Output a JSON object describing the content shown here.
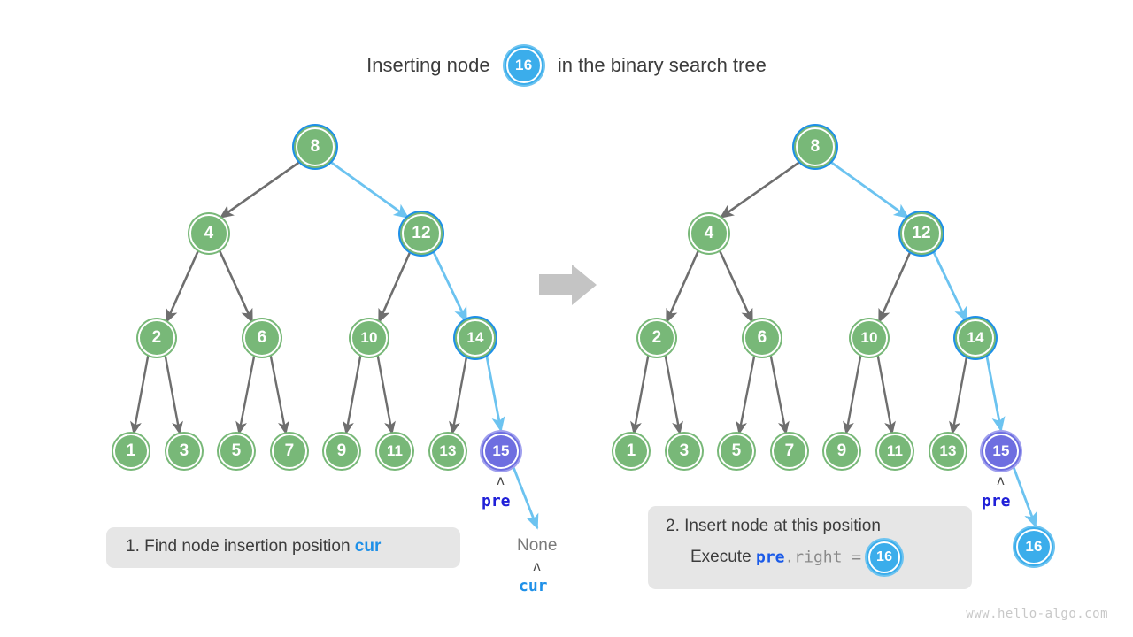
{
  "title": {
    "prefix": "Inserting node",
    "badge_value": "16",
    "suffix": "in the binary search tree"
  },
  "colors": {
    "node_green": "#78b878",
    "node_purple": "#6e6ee0",
    "node_blue": "#3badeb",
    "edge_gray": "#6e6e6e",
    "edge_blue": "#6cc3f0",
    "ring_blue": "#1e90e8",
    "caption_bg": "#e6e6e6",
    "text_dark": "#3c3c3c",
    "text_muted": "#7a7a7a",
    "pre_label": "#2020d8",
    "cur_label": "#1e90e8",
    "transition_arrow": "#c4c4c4",
    "watermark": "#c8c8c8"
  },
  "transition_arrow_icon": "right-arrow-icon",
  "watermark": "www.hello-algo.com",
  "panels": [
    {
      "id": "left",
      "caption": {
        "text_plain": "1. Find node insertion position cur",
        "number": "1.",
        "body": "Find node insertion position",
        "keyword": "cur"
      },
      "nodes": [
        {
          "value": "8",
          "style": "green-ring"
        },
        {
          "value": "4",
          "style": "green"
        },
        {
          "value": "12",
          "style": "green-ring"
        },
        {
          "value": "2",
          "style": "green"
        },
        {
          "value": "6",
          "style": "green"
        },
        {
          "value": "10",
          "style": "green"
        },
        {
          "value": "14",
          "style": "green-ring"
        },
        {
          "value": "1",
          "style": "green"
        },
        {
          "value": "3",
          "style": "green"
        },
        {
          "value": "5",
          "style": "green"
        },
        {
          "value": "7",
          "style": "green"
        },
        {
          "value": "9",
          "style": "green"
        },
        {
          "value": "11",
          "style": "green"
        },
        {
          "value": "13",
          "style": "green"
        },
        {
          "value": "15",
          "style": "purple"
        }
      ],
      "pointers": [
        {
          "name": "pre",
          "target": "15",
          "caret": "ʌ"
        },
        {
          "name": "cur",
          "target": "None",
          "caret": "ʌ"
        }
      ],
      "none_text": "None"
    },
    {
      "id": "right",
      "caption": {
        "number": "2.",
        "body": "Insert node at this position",
        "line2_prefix": "Execute",
        "line2_keyword": "pre",
        "line2_code": ".right =",
        "line2_badge": "16"
      },
      "nodes": [
        {
          "value": "8",
          "style": "green-ring"
        },
        {
          "value": "4",
          "style": "green"
        },
        {
          "value": "12",
          "style": "green-ring"
        },
        {
          "value": "2",
          "style": "green"
        },
        {
          "value": "6",
          "style": "green"
        },
        {
          "value": "10",
          "style": "green"
        },
        {
          "value": "14",
          "style": "green-ring"
        },
        {
          "value": "1",
          "style": "green"
        },
        {
          "value": "3",
          "style": "green"
        },
        {
          "value": "5",
          "style": "green"
        },
        {
          "value": "7",
          "style": "green"
        },
        {
          "value": "9",
          "style": "green"
        },
        {
          "value": "11",
          "style": "green"
        },
        {
          "value": "13",
          "style": "green"
        },
        {
          "value": "15",
          "style": "purple"
        },
        {
          "value": "16",
          "style": "blue"
        }
      ],
      "pointers": [
        {
          "name": "pre",
          "target": "15",
          "caret": "ʌ"
        }
      ]
    }
  ],
  "labels": {
    "pre": "pre",
    "cur": "cur",
    "caret": "ʌ",
    "none": "None"
  },
  "node_values": {
    "l8": "8",
    "l4": "4",
    "l12": "12",
    "l2": "2",
    "l6": "6",
    "l10": "10",
    "l14": "14",
    "l1": "1",
    "l3": "3",
    "l5": "5",
    "l7": "7",
    "l9": "9",
    "l11": "11",
    "l13": "13",
    "l15": "15",
    "r8": "8",
    "r4": "4",
    "r12": "12",
    "r2": "2",
    "r6": "6",
    "r10": "10",
    "r14": "14",
    "r1": "1",
    "r3": "3",
    "r5": "5",
    "r7": "7",
    "r9": "9",
    "r11": "11",
    "r13": "13",
    "r15": "15",
    "r16": "16",
    "title16": "16",
    "caption16": "16"
  }
}
